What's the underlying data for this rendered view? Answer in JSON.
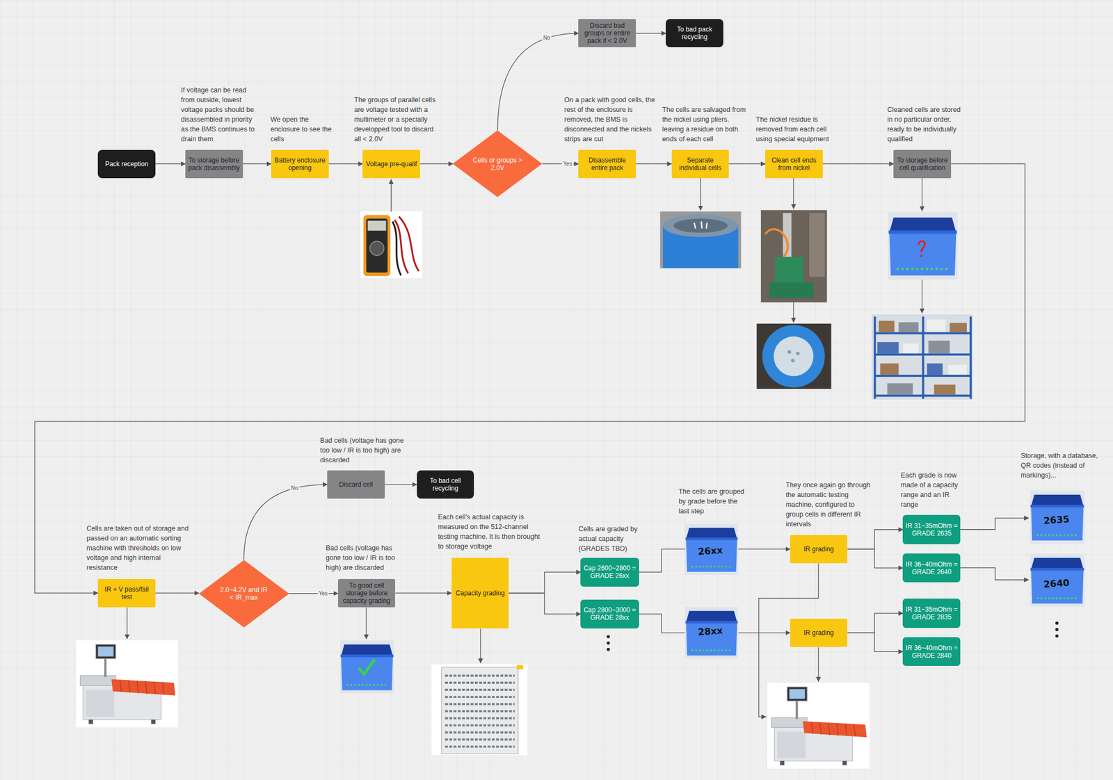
{
  "diagram": {
    "nodes": [
      {
        "text": [
          "Pack reception"
        ]
      },
      {
        "text": [
          "To storage before pack disassembly"
        ]
      },
      {
        "text": [
          "Battery enclosure opening"
        ]
      },
      {
        "text": [
          "Voltage pre-qualif"
        ]
      },
      {
        "text": [
          "Cells or groups > 2.0V"
        ]
      },
      {
        "text": [
          "Discard bad groups or entire pack if < 2.0V"
        ]
      },
      {
        "text": [
          "To bad pack recycling"
        ]
      },
      {
        "text": [
          "Disassemble entire pack"
        ]
      },
      {
        "text": [
          "Separate individual cells"
        ]
      },
      {
        "text": [
          "Clean cell ends from nickel"
        ]
      },
      {
        "text": [
          "To storage before cell qualification"
        ]
      },
      {
        "text": [
          "IR + V pass/fail test"
        ]
      },
      {
        "text": [
          "2.0~4.2V and IR < IR_max"
        ]
      },
      {
        "text": [
          "Discard cell"
        ]
      },
      {
        "text": [
          "To bad cell recycling"
        ]
      },
      {
        "text": [
          "To good cell storage before capacity grading"
        ]
      },
      {
        "text": [
          "Capacity grading"
        ]
      },
      {
        "text": [
          "Cap 2600~2800 = GRADE 26xx"
        ]
      },
      {
        "text": [
          "Cap 2800~3000 = GRADE 28xx"
        ]
      },
      {
        "text": [
          "IR grading"
        ]
      },
      {
        "text": [
          "IR grading"
        ]
      },
      {
        "text": [
          "IR 31~35mOhm = GRADE 2635"
        ]
      },
      {
        "text": [
          "IR 36~40mOhm = GRADE 2640"
        ]
      },
      {
        "text": [
          "IR 31~35mOhm = GRADE 2835"
        ]
      },
      {
        "text": [
          "IR 36~40mOhm = GRADE 2840"
        ]
      }
    ],
    "edges": [
      {
        "from": 0,
        "to": 1,
        "arrow": "to"
      },
      {
        "from": 1,
        "to": 2,
        "arrow": "to"
      },
      {
        "from": 2,
        "to": 3,
        "arrow": "to"
      },
      {
        "from": 3,
        "to": 4,
        "arrow": "to"
      },
      {
        "from": 4,
        "to": 5,
        "label": "No",
        "arrow": "to"
      },
      {
        "from": 5,
        "to": 6,
        "arrow": "to"
      },
      {
        "from": 4,
        "to": 7,
        "label": "Yes",
        "arrow": "to"
      },
      {
        "from": 7,
        "to": 8,
        "arrow": "to"
      },
      {
        "from": 8,
        "to": 9,
        "arrow": "to"
      },
      {
        "from": 9,
        "to": 10,
        "arrow": "to"
      },
      {
        "from": 10,
        "to": 11,
        "arrow": "to"
      },
      {
        "from": 11,
        "to": 12,
        "arrow": "to"
      },
      {
        "from": 12,
        "to": 13,
        "label": "No",
        "arrow": "to"
      },
      {
        "from": 13,
        "to": 14,
        "arrow": "to"
      },
      {
        "from": 12,
        "to": 15,
        "label": "Yes",
        "arrow": "to"
      },
      {
        "from": 15,
        "to": 16,
        "arrow": "to"
      },
      {
        "from": 16,
        "to": 17,
        "arrow": "to"
      },
      {
        "from": 16,
        "to": 18,
        "arrow": "to"
      },
      {
        "from": 17,
        "to": 19,
        "arrow": "to"
      },
      {
        "from": 18,
        "to": 20,
        "arrow": "to"
      },
      {
        "from": 19,
        "to": 21,
        "arrow": "to"
      },
      {
        "from": 19,
        "to": 22,
        "arrow": "to"
      },
      {
        "from": 20,
        "to": 23,
        "arrow": "to"
      },
      {
        "from": 20,
        "to": 24,
        "arrow": "to"
      }
    ],
    "labels": [
      "If voltage can be read from outside, lowest voltage packs should be disassembled in priority as the BMS continues to drain them",
      "We open the enclosure to see the cells",
      "The groups of parallel cells are voltage tested with a multimeter or a specially developped tool to discard all < 2.0V",
      "On a pack with good cells, the rest of the enclosure is removed, the BMS is disconnected and the nickels strips are cut",
      "The cells are salvaged from the nickel using pliers, leaving a residue on both ends of each cell",
      "The nickel residue is removed from each cell using special equipment",
      "Cleaned cells are stored in no particular order, ready to be individually qualified",
      "Cells are taken out of storage and passed on an automatic sorting machine with thresholds on low voltage and high internal resistance",
      "Bad cells (voltage has gone too low / IR is too high) are discarded",
      "Bad cells (voltage has gone too low / IR is too high) are discarded",
      "Each cell's actual capacity is measured on the 512-channel testing machine. It is then brought to storage voltage",
      "Cells are graded by actual capacity (GRADES TBD)",
      "The cells are grouped by grade before the last step",
      "26xx",
      "28xx",
      "They once again go through the automatic testing machine, configured to group cells in different IR intervals",
      "Each grade is now made of a capacity range and an IR range",
      "Storage, with a database, QR codes (instead of markings)...",
      "2635",
      "2640"
    ]
  }
}
